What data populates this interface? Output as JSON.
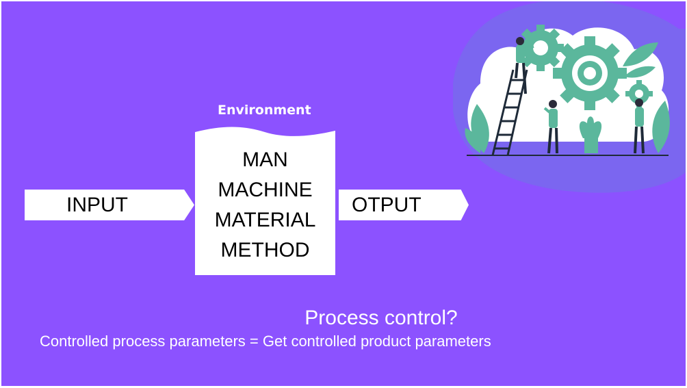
{
  "colors": {
    "background": "#8c52ff",
    "blob": "#7b66f0",
    "teal": "#5bb79c",
    "box": "#ffffff"
  },
  "diagram": {
    "environment_label": "Environment",
    "input_label": "INPUT",
    "output_label": "OTPUT",
    "factors": [
      "MAN",
      "MACHINE",
      "MATERIAL",
      "METHOD"
    ]
  },
  "footer": {
    "question": "Process control?",
    "statement": "Controlled process parameters = Get controlled product parameters"
  },
  "illustration": {
    "icon": "gears-and-people-illustration"
  }
}
